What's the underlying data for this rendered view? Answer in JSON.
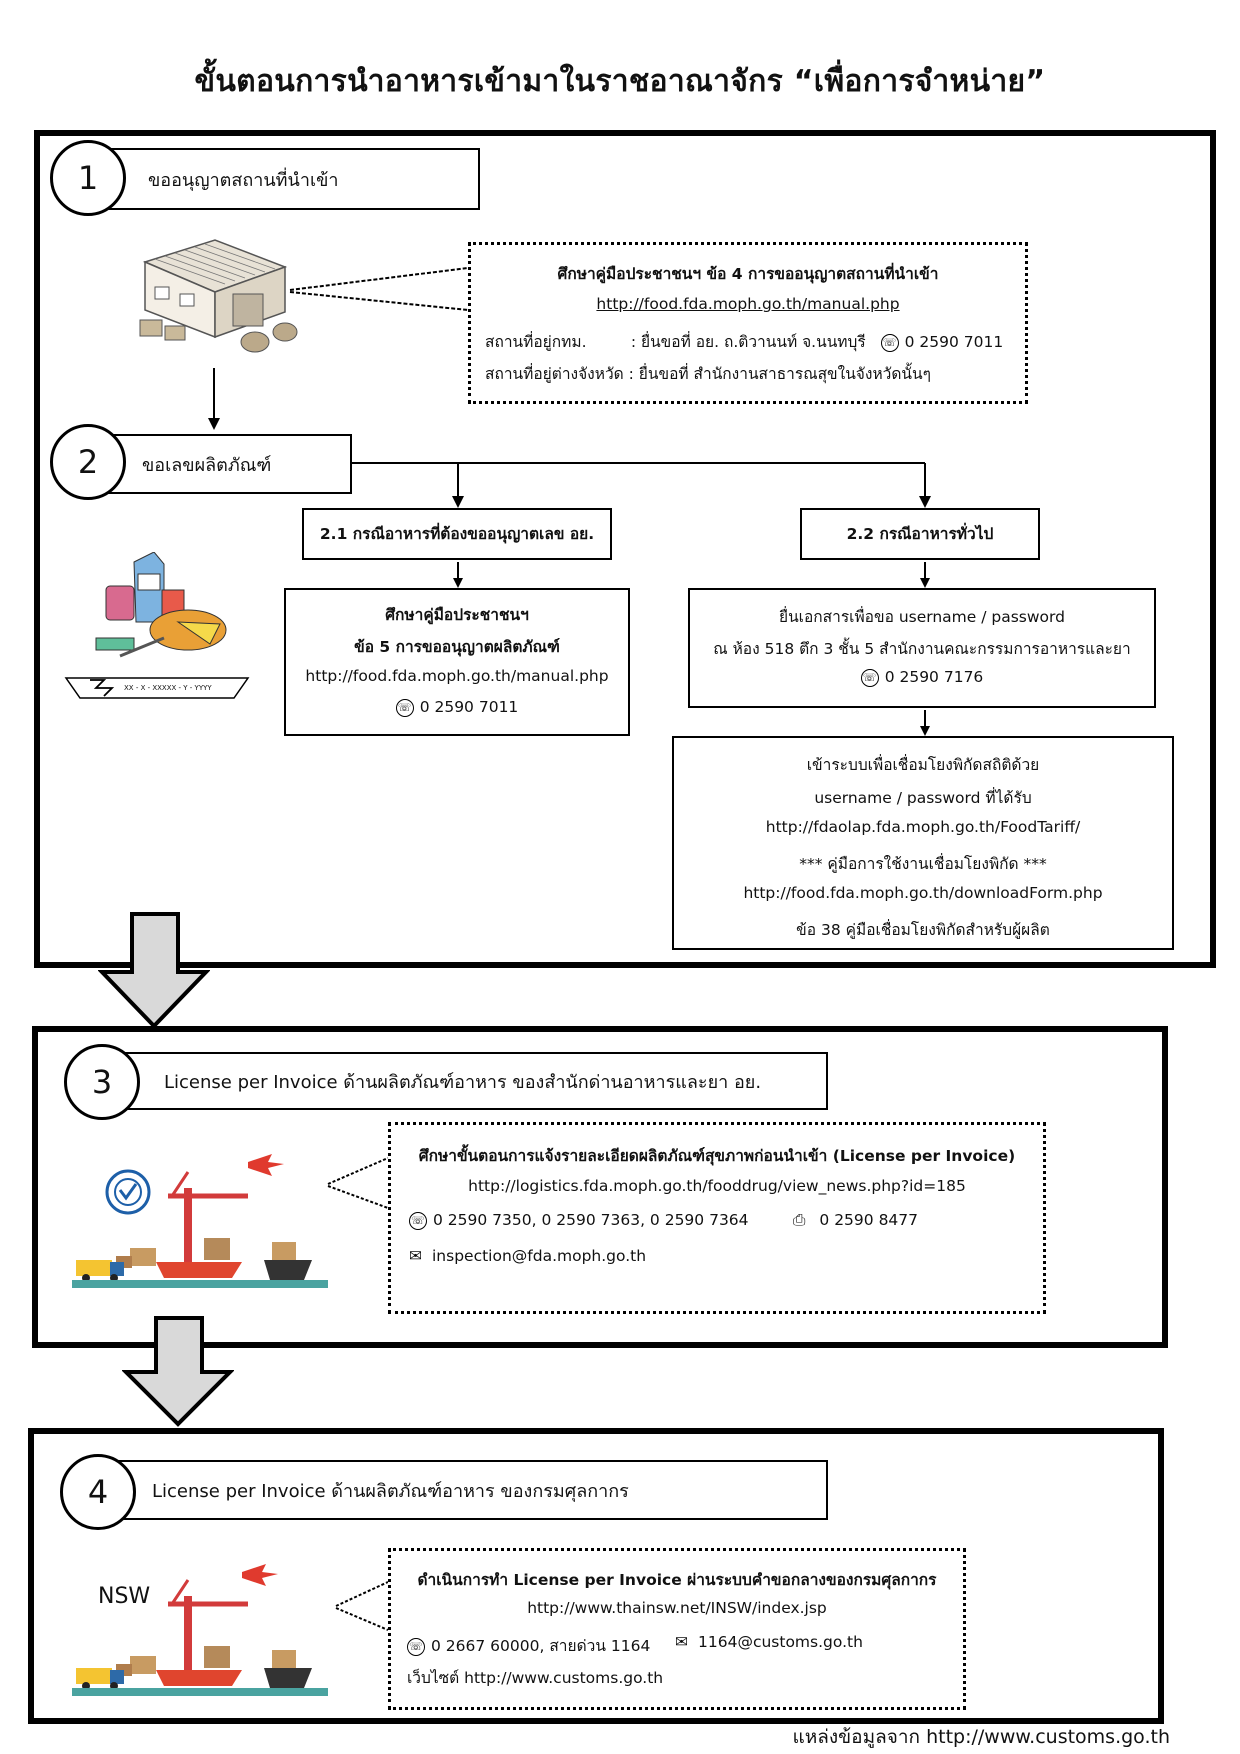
{
  "title": "ขั้นตอนการนำอาหารเข้ามาในราชอาณาจักร “เพื่อการจำหน่าย”",
  "steps": {
    "s1": {
      "num": "1",
      "label": "ขออนุญาตสถานที่นำเข้า"
    },
    "s2": {
      "num": "2",
      "label": "ขอเลขผลิตภัณฑ์"
    },
    "s3": {
      "num": "3",
      "label": "License per Invoice ด้านผลิตภัณฑ์อาหาร ของสำนักด่านอาหารและยา อย."
    },
    "s4": {
      "num": "4",
      "label": "License per Invoice ด้านผลิตภัณฑ์อาหาร ของกรมศุลกากร"
    }
  },
  "box1": {
    "title": "ศึกษาคู่มือประชาชนฯ ข้อ 4 การขออนุญาตสถานที่นำเข้า",
    "url": "http://food.fda.moph.go.th/manual.php",
    "line1": "สถานที่อยู่กทม.         : ยื่นขอที่ อย. ถ.ติวานนท์ จ.นนทบุรี",
    "phone": "0 2590 7011",
    "line2": "สถานที่อยู่ต่างจังหวัด : ยื่นขอที่ สำนักงานสาธารณสุขในจังหวัดนั้นๆ"
  },
  "s21": {
    "label": "2.1 กรณีอาหารที่ต้องขออนุญาตเลข อย.",
    "title": "ศึกษาคู่มือประชาชนฯ",
    "subtitle": "ข้อ 5 การขออนุญาตผลิตภัณฑ์",
    "url": "http://food.fda.moph.go.th/manual.php",
    "phone": "0 2590 7011"
  },
  "s22": {
    "label": "2.2 กรณีอาหารทั่วไป",
    "l1": "ยื่นเอกสารเพื่อขอ username / password",
    "l2": "ณ  ห้อง 518 ตึก 3 ชั้น 5 สำนักงานคณะกรรมการอาหารและยา",
    "phone": "0 2590 7176"
  },
  "s22b": {
    "l1": "เข้าระบบเพื่อเชื่อมโยงพิกัดสถิติด้วย",
    "l2": "username / password  ที่ได้รับ",
    "l3": "http://fdaolap.fda.moph.go.th/FoodTariff/",
    "l4": "*** คู่มือการใช้งานเชื่อมโยงพิกัด ***",
    "l5": "http://food.fda.moph.go.th/downloadForm.php",
    "l6": "ข้อ 38 คู่มือเชื่อมโยงพิกัดสำหรับผู้ผลิต"
  },
  "product_code": "XX - X - XXXXX - Y - YYYY",
  "box3": {
    "title": "ศึกษาขั้นตอนการแจ้งรายละเอียดผลิตภัณฑ์สุขภาพก่อนนำเข้า (License per Invoice)",
    "url": "http://logistics.fda.moph.go.th/fooddrug/view_news.php?id=185",
    "phones": "0 2590 7350, 0 2590 7363, 0 2590 7364",
    "fax": "0 2590 8477",
    "email": "inspection@fda.moph.go.th"
  },
  "box4": {
    "title": "ดำเนินการทำ License per Invoice   ผ่านระบบคำขอกลางของกรมศุลกากร",
    "url": "http://www.thainsw.net/INSW/index.jsp",
    "phones": "0 2667 60000, สายด่วน 1164",
    "email": "1164@customs.go.th",
    "website": "เว็บไซต์ http://www.customs.go.th"
  },
  "nsw": "NSW",
  "source": "แหล่งข้อมูลจาก  http://www.customs.go.th"
}
